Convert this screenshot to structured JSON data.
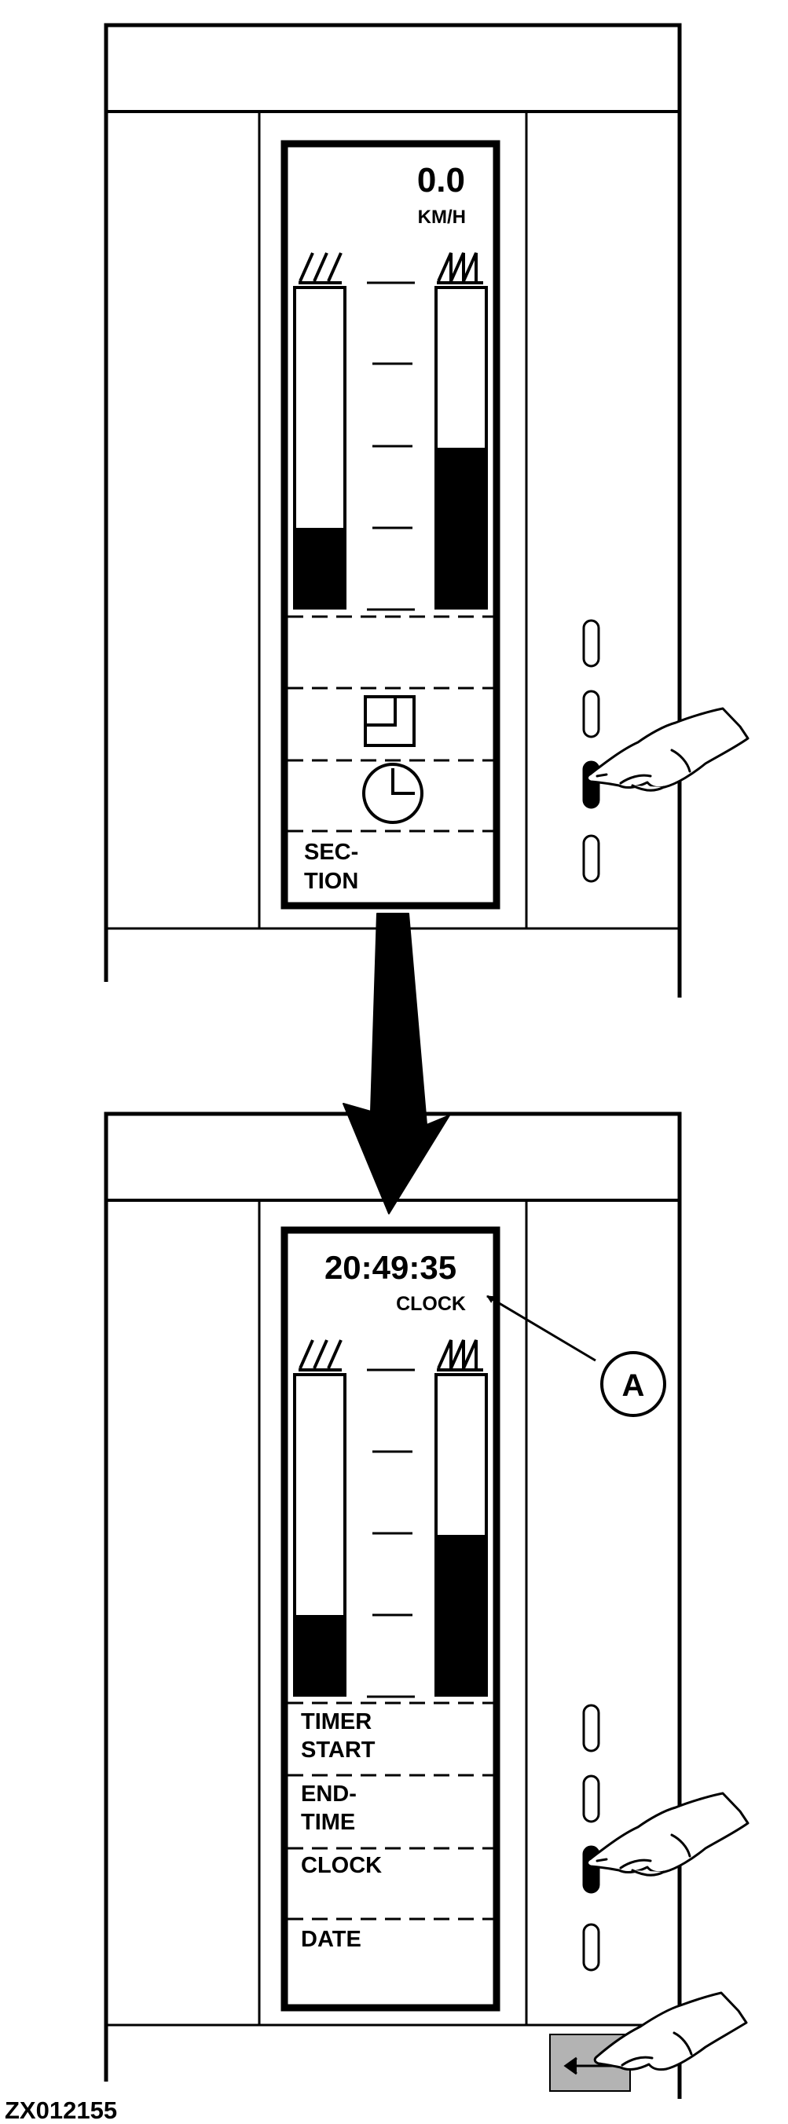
{
  "top_panel": {
    "speed_value": "0.0",
    "speed_unit": "KM/H",
    "left_bar_level": 0.25,
    "right_bar_level": 0.5,
    "section_line1": "SEC-",
    "section_line2": "TION"
  },
  "bottom_panel": {
    "time_value": "20:49:35",
    "time_label": "CLOCK",
    "left_bar_level": 0.25,
    "right_bar_level": 0.5,
    "menu": [
      {
        "line1": "TIMER",
        "line2": "START"
      },
      {
        "line1": "END-",
        "line2": "TIME"
      },
      {
        "line1": "CLOCK",
        "line2": ""
      },
      {
        "line1": "DATE",
        "line2": ""
      }
    ]
  },
  "callout_label": "A",
  "figure_code": "ZX012155",
  "colors": {
    "ink": "#000000",
    "back_button": "#b3b3b3"
  },
  "icons": [
    "tilt-left-icon",
    "tilt-right-icon",
    "area-icon",
    "clock-icon",
    "pointing-hand-icon",
    "back-arrow-icon"
  ]
}
